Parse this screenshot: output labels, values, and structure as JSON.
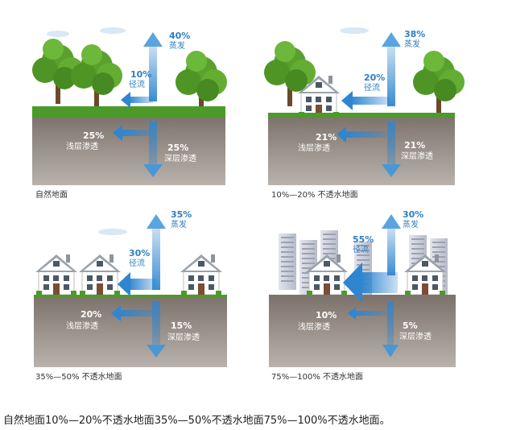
{
  "panels": [
    {
      "label": "自然地面",
      "evaporation": {
        "value": "40%",
        "label": "蒸发"
      },
      "runoff": {
        "value": "10%",
        "label": "径流"
      },
      "shallow": {
        "value": "25%",
        "label": "浅层渗透"
      },
      "deep": {
        "value": "25%",
        "label": "深层渗透"
      }
    },
    {
      "label": "10%—20% 不透水地面",
      "evaporation": {
        "value": "38%",
        "label": "蒸发"
      },
      "runoff": {
        "value": "20%",
        "label": "径流"
      },
      "shallow": {
        "value": "21%",
        "label": "浅层渗透"
      },
      "deep": {
        "value": "21%",
        "label": "深层渗透"
      }
    },
    {
      "label": "35%—50% 不透水地面",
      "evaporation": {
        "value": "35%",
        "label": "蒸发"
      },
      "runoff": {
        "value": "30%",
        "label": "径流"
      },
      "shallow": {
        "value": "20%",
        "label": "浅层渗透"
      },
      "deep": {
        "value": "15%",
        "label": "深层渗透"
      }
    },
    {
      "label": "75%—100% 不透水地面",
      "evaporation": {
        "value": "30%",
        "label": "蒸发"
      },
      "runoff": {
        "value": "55%",
        "label": "径流"
      },
      "shallow": {
        "value": "10%",
        "label": "浅层渗透"
      },
      "deep": {
        "value": "5%",
        "label": "深层渗透"
      }
    }
  ],
  "caption": "自然地面10%—20%不透水地面35%—50%不透水地面75%—100%不透水地面。",
  "colors": {
    "soil": "#8a8079",
    "grass": "#4c9a2a",
    "arrow": "#2f86d0",
    "text": "#2e7fc0",
    "house_wall": "#ffffff",
    "house_roof": "#9aa3ab",
    "building": "#c9ccd6"
  }
}
